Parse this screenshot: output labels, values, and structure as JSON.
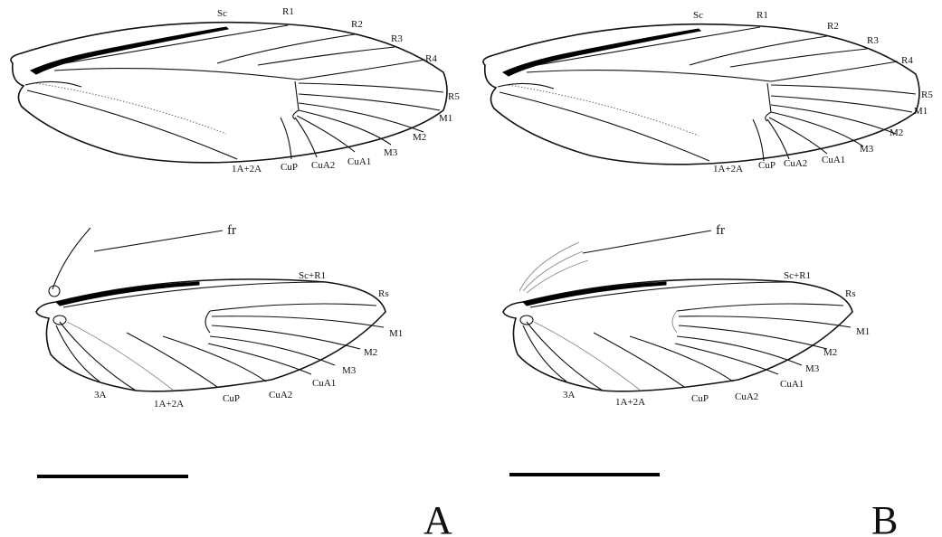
{
  "panels": [
    {
      "letter": "A",
      "forewing_labels": [
        "Sc",
        "R1",
        "R2",
        "R3",
        "R4",
        "R5",
        "M1",
        "M2",
        "M3",
        "CuA1",
        "CuA2",
        "CuP",
        "1A+2A"
      ],
      "hindwing_labels": [
        "fr",
        "Sc+R1",
        "Rs",
        "M1",
        "M2",
        "M3",
        "CuA1",
        "CuA2",
        "CuP",
        "1A+2A",
        "3A"
      ]
    },
    {
      "letter": "B",
      "forewing_labels": [
        "Sc",
        "R1",
        "R2",
        "R3",
        "R4",
        "R5",
        "M1",
        "M2",
        "M3",
        "CuA1",
        "CuA2",
        "CuP",
        "1A+2A"
      ],
      "hindwing_labels": [
        "fr",
        "Sc+R1",
        "Rs",
        "M1",
        "M2",
        "M3",
        "CuA1",
        "CuA2",
        "CuP",
        "1A+2A",
        "3A"
      ]
    }
  ],
  "colors": {
    "line": "#111111",
    "background": "#ffffff",
    "faint_vein": "#888888"
  }
}
